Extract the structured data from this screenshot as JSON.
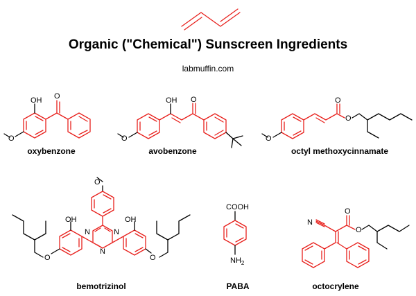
{
  "header": {
    "title": "Organic (\"Chemical\") Sunscreen Ingredients",
    "subtitle": "labmuffin.com"
  },
  "compounds": [
    {
      "name": "oxybenzone"
    },
    {
      "name": "avobenzone"
    },
    {
      "name": "octyl methoxycinnamate"
    },
    {
      "name": "bemotrizinol"
    },
    {
      "name": "PABA"
    },
    {
      "name": "octocrylene"
    }
  ],
  "atom_labels": {
    "oh": "OH",
    "o": "O",
    "n": "N",
    "nh2": "NH",
    "nh2_sub": "2",
    "cooh": "COOH"
  },
  "colors": {
    "chromophore": "#e8201c",
    "skeleton": "#000000"
  }
}
